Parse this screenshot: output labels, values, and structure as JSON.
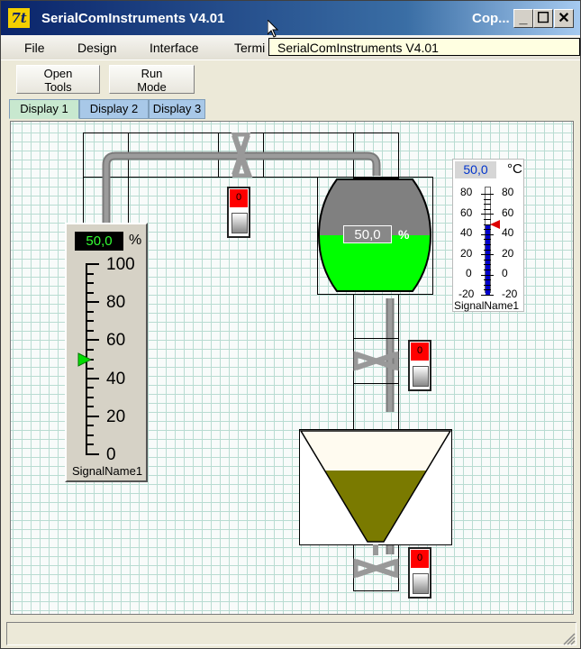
{
  "window": {
    "title": "SerialComInstruments V4.01",
    "title_right": "Cop...",
    "app_icon_text": "7t",
    "minimize_glyph": "_",
    "maximize_glyph": "☐",
    "close_glyph": "✕"
  },
  "menu": {
    "items": [
      {
        "label": "File"
      },
      {
        "label": "Design"
      },
      {
        "label": "Interface"
      },
      {
        "label": "Termi"
      }
    ]
  },
  "tooltip": {
    "text": "SerialComInstruments V4.01"
  },
  "toolbar": {
    "buttons": [
      {
        "line1": "Open",
        "line2": "Tools"
      },
      {
        "line1": "Run",
        "line2": "Mode"
      }
    ]
  },
  "tabs": [
    {
      "label": "Display 1",
      "active": true
    },
    {
      "label": "Display 2",
      "active": false
    },
    {
      "label": "Display 3",
      "active": false
    }
  ],
  "vertical_gauge": {
    "value": "50,0",
    "unit": "%",
    "ticks": [
      "100",
      "80",
      "60",
      "40",
      "20",
      "0"
    ],
    "signal_name": "SignalName1",
    "indicator_fraction": 0.5
  },
  "tank": {
    "value": "50,0",
    "unit": "%",
    "fill_fraction": 0.5
  },
  "thermometer": {
    "value": "50,0",
    "unit": "°C",
    "left_ticks": [
      "80",
      "60",
      "40",
      "20",
      "0",
      "-20"
    ],
    "right_ticks": [
      "80",
      "60",
      "40",
      "20",
      "0",
      "-20"
    ],
    "signal_name": "SignalName1",
    "level_value": 50
  },
  "switches": [
    {
      "label": "0"
    },
    {
      "label": "0"
    },
    {
      "label": "0"
    }
  ],
  "colors": {
    "lcd_green_text": "#33ff33",
    "tank_liquid": "#00ff00",
    "tank_gas": "#808080",
    "hopper_liquid": "#7a7a00",
    "switch_red": "#ff0000",
    "thermo_blue": "#0000cc"
  }
}
